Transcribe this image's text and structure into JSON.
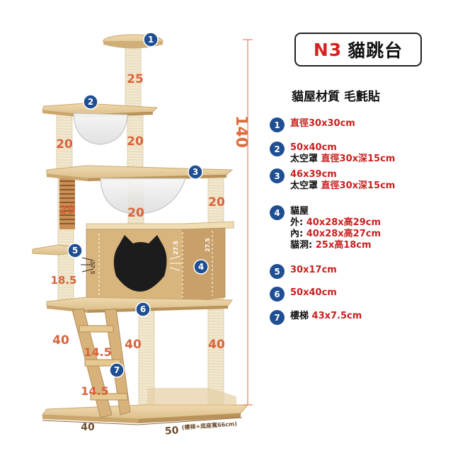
{
  "title": {
    "code": "N3",
    "name": "貓跳台"
  },
  "material": "貓屋材質 毛氈貼",
  "specs": [
    {
      "num": "1",
      "lines": [
        {
          "text": "直徑30x30cm",
          "color": "red"
        }
      ]
    },
    {
      "num": "2",
      "lines": [
        {
          "text": "50x40cm",
          "color": "red"
        },
        {
          "label": "太空罩 ",
          "text": "直徑30x深15cm"
        }
      ]
    },
    {
      "num": "3",
      "lines": [
        {
          "text": "46x39cm",
          "color": "red"
        },
        {
          "label": "太空罩 ",
          "text": "直徑30x深15cm"
        }
      ]
    },
    {
      "num": "4",
      "lines": [
        {
          "text": "貓屋",
          "color": "black"
        },
        {
          "label": "外: ",
          "text": "40x28x高29cm"
        },
        {
          "label": "內: ",
          "text": "40x28x高27cm"
        },
        {
          "label": "貓洞: ",
          "text": "25x高18cm"
        }
      ]
    },
    {
      "num": "5",
      "lines": [
        {
          "text": "30x17cm",
          "color": "red"
        }
      ]
    },
    {
      "num": "6",
      "lines": [
        {
          "text": "50x40cm",
          "color": "red"
        }
      ]
    },
    {
      "num": "7",
      "lines": [
        {
          "label": "樓梯 ",
          "text": "43x7.5cm"
        }
      ]
    }
  ],
  "dimensions": {
    "total_height": "140",
    "post_top": "25",
    "post_left_upper": "20",
    "post_center_upper": "20",
    "post_spring": "29",
    "post_center_mid": "20",
    "post_right_mid": "20",
    "post_left_lower": "18.5",
    "post_left_base": "40",
    "post_center_base": "40",
    "post_right_base": "40",
    "ladder_upper": "14.5",
    "ladder_lower": "14.5",
    "house_left": "27.5",
    "house_inner": "27.5",
    "house_right": "27.5",
    "base_width": "40",
    "base_depth": "50",
    "base_depth_note": "(樓梯+底座寬66cm)"
  },
  "colors": {
    "accent": "#1f4f92",
    "red": "#c8201f",
    "dimension": "#e06a3c",
    "wood": "#e3c99a",
    "sisal": "#f1e6cc"
  }
}
